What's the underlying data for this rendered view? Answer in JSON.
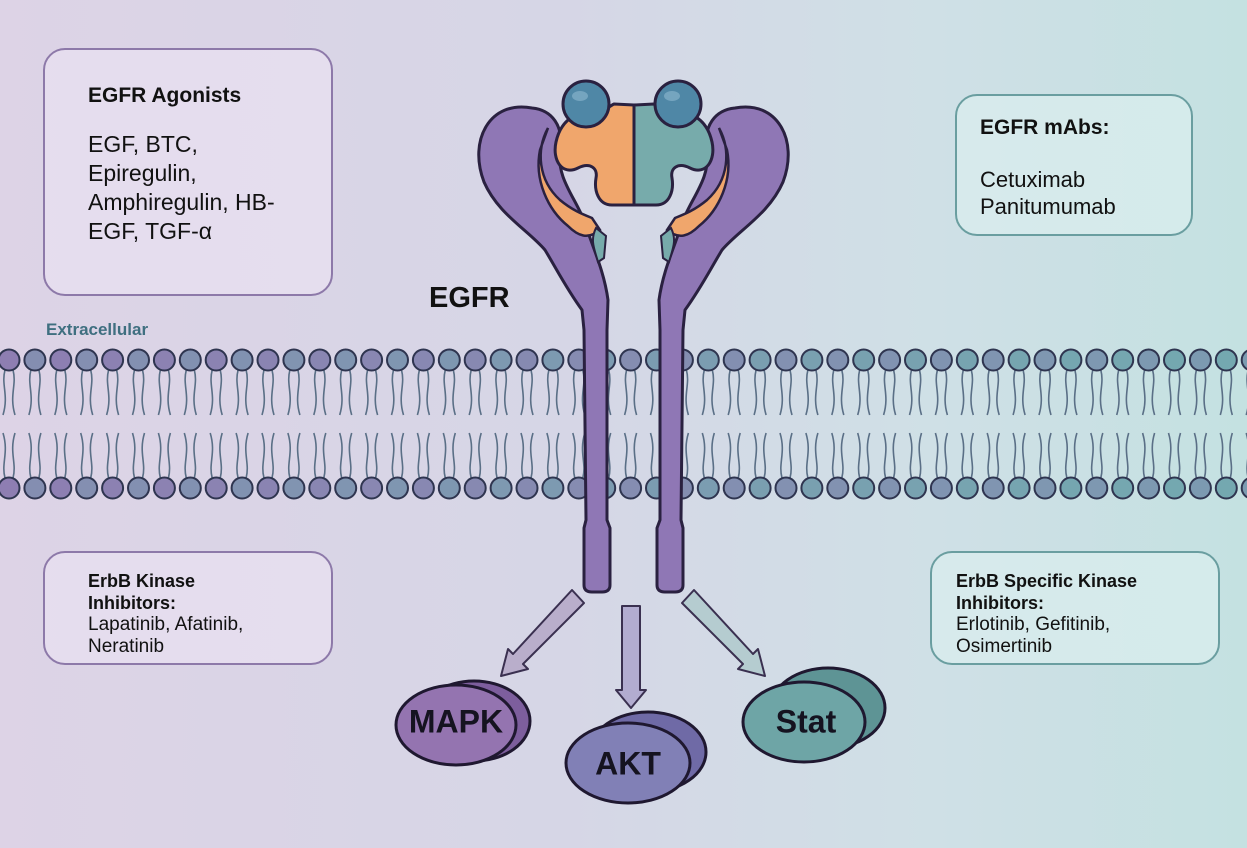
{
  "agonists": {
    "title": "EGFR Agonists",
    "lines": [
      "EGF, BTC,",
      "Epiregulin,",
      "Amphiregulin, HB-",
      "EGF, TGF-α"
    ]
  },
  "mabs": {
    "title": "EGFR mAbs:",
    "lines": [
      "Cetuximab",
      "Panitumumab"
    ]
  },
  "erbb_kinase": {
    "title_lines": [
      "ErbB Kinase",
      "Inhibitors:"
    ],
    "lines": [
      "Lapatinib, Afatinib,",
      "Neratinib"
    ]
  },
  "erbb_specific": {
    "title_lines": [
      "ErbB Specific Kinase",
      "Inhibitors:"
    ],
    "lines": [
      "Erlotinib, Gefitinib,",
      "Osimertinib"
    ]
  },
  "receptor_label": "EGFR",
  "extracellular_label": "Extracellular",
  "effectors": [
    "MAPK",
    "AKT",
    "Stat"
  ],
  "colors": {
    "receptor": "#8f77b5",
    "ligand_left": "#f0a66c",
    "ligand_right": "#77abab",
    "ligand_ball": "#4f87a6",
    "head_purple": "#9583ba",
    "head_teal": "#88b2b6",
    "mapk": "#9474b0",
    "akt": "#8180b6",
    "stat": "#6ea5a6",
    "extracellular_text": "#3f6f80"
  }
}
